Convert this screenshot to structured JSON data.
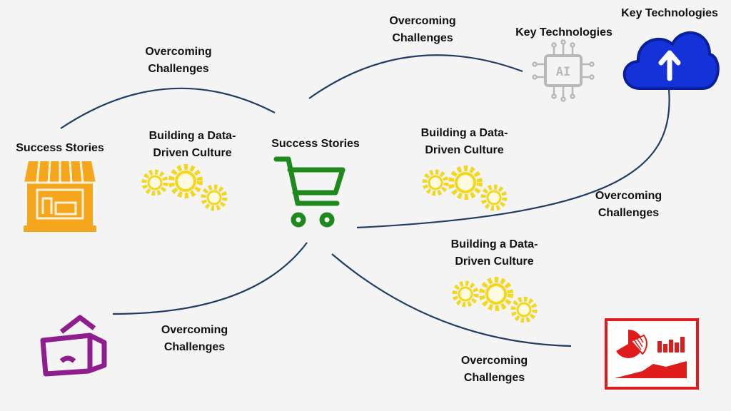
{
  "labels": {
    "overcoming_top_left": "Overcoming Challenges",
    "overcoming_top_center": "Overcoming Challenges",
    "key_tech_ai": "Key Technologies",
    "key_tech_cloud": "Key Technologies",
    "success_left": "Success Stories",
    "building_left": "Building a Data-Driven Culture",
    "success_center": "Success Stories",
    "building_right_top": "Building a Data-Driven Culture",
    "overcoming_right": "Overcoming Challenges",
    "building_right_mid": "Building a Data-Driven Culture",
    "overcoming_bottom_left": "Overcoming Challenges",
    "overcoming_bottom_right": "Overcoming Challenges"
  },
  "icons": {
    "store": "store-icon",
    "cart": "shopping-cart-icon",
    "vr": "vr-headset-icon",
    "ai_chip": "ai-chip-icon",
    "chip_text": "AI",
    "cloud": "cloud-upload-icon",
    "report": "report-chart-icon",
    "gears": "gears-icon"
  },
  "colors": {
    "line": "#1f3d63",
    "store": "#f5a61c",
    "cart": "#1e8a1e",
    "vr": "#8e1d8e",
    "chip": "#b8b8b8",
    "cloud": "#1432d8",
    "report": "#e01b1b",
    "gear": "#f4d61a"
  }
}
